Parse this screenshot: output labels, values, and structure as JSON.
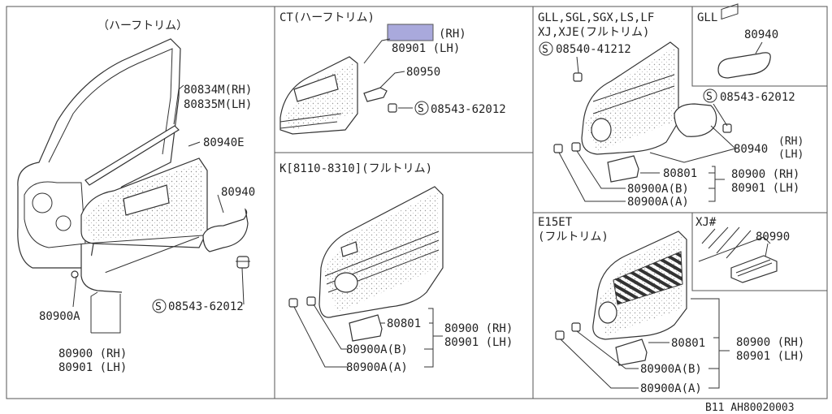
{
  "panels": {
    "p1": {
      "title": "（ハーフトリム）",
      "labels": {
        "a": "80834M(RH)",
        "b": "80835M(LH)",
        "c": "80940E",
        "d": "80940",
        "e": "08543-62012",
        "f": "80900A",
        "g": "80900 (RH)",
        "h": "80901 (LH)"
      }
    },
    "p2": {
      "title": "CT(ハーフトリム)",
      "labels": {
        "rh": "(RH)",
        "lh": "80901 (LH)",
        "a": "80950",
        "b": "08543-62012"
      },
      "highlight_color": "#a9a9dc"
    },
    "p3": {
      "title": "K[8110-8310](フルトリム)",
      "labels": {
        "a": "80801",
        "b": "80900A(B)",
        "c": "80900A(A)",
        "d": "80900 (RH)",
        "e": "80901 (LH)"
      }
    },
    "p4": {
      "title1": "GLL,SGL,SGX,LS,LF",
      "title2": "XJ,XJE(フルトリム)",
      "labels": {
        "a": "08540-41212",
        "b": "80801",
        "c": "80900A(B)",
        "d": "80900A(A)",
        "e": "80900 (RH)",
        "f": "80901 (LH)"
      }
    },
    "p5": {
      "title": "GLL",
      "labels": {
        "a": "80940",
        "b": "08543-62012",
        "c": "80940",
        "c_rh": "(RH)",
        "c_lh": "(LH)"
      }
    },
    "p6": {
      "title1": "E15ET",
      "title2": "(フルトリム)",
      "labels": {
        "a": "80801",
        "b": "80900A(B)",
        "c": "80900A(A)",
        "d": "80900 (RH)",
        "e": "80901 (LH)"
      }
    },
    "p7": {
      "title": "XJ#",
      "labels": {
        "a": "80990"
      }
    }
  },
  "footer": {
    "code": "B11  AH80020003"
  },
  "screw_symbol": "S"
}
